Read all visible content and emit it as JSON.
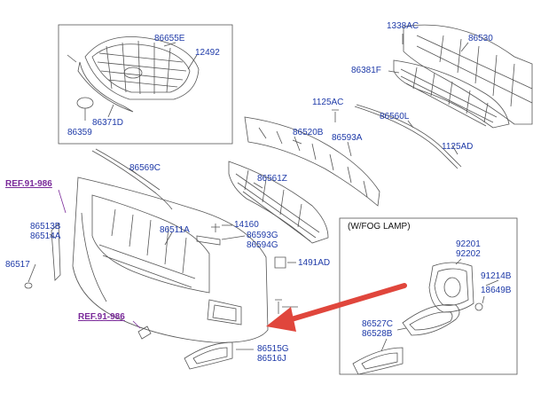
{
  "diagram": {
    "fog_lamp_title": "(W/FOG LAMP)",
    "refs": [
      "REF.91-986",
      "REF.91-986"
    ],
    "labels": [
      {
        "id": "p86655E",
        "text": "86655E"
      },
      {
        "id": "p12492",
        "text": "12492"
      },
      {
        "id": "p86359",
        "text": "86359"
      },
      {
        "id": "p86371D",
        "text": "86371D"
      },
      {
        "id": "p1338AC",
        "text": "1338AC"
      },
      {
        "id": "p86530",
        "text": "86530"
      },
      {
        "id": "p86381F",
        "text": "86381F"
      },
      {
        "id": "p1125AC",
        "text": "1125AC"
      },
      {
        "id": "p86560L",
        "text": "86560L"
      },
      {
        "id": "p86520B",
        "text": "86520B"
      },
      {
        "id": "p86593A",
        "text": "86593A"
      },
      {
        "id": "p1125AD",
        "text": "1125AD"
      },
      {
        "id": "p86569C",
        "text": "86569C"
      },
      {
        "id": "p86561Z",
        "text": "86561Z"
      },
      {
        "id": "p86513B",
        "text": "86513B"
      },
      {
        "id": "p86514A",
        "text": "86514A"
      },
      {
        "id": "p86511A",
        "text": "86511A"
      },
      {
        "id": "p14160",
        "text": "14160"
      },
      {
        "id": "p86593G",
        "text": "86593G"
      },
      {
        "id": "p86594G",
        "text": "86594G"
      },
      {
        "id": "p86517",
        "text": "86517"
      },
      {
        "id": "p1491AD",
        "text": "1491AD"
      },
      {
        "id": "p86515G",
        "text": "86515G"
      },
      {
        "id": "p86516J",
        "text": "86516J"
      },
      {
        "id": "p92201",
        "text": "92201"
      },
      {
        "id": "p92202",
        "text": "92202"
      },
      {
        "id": "p91214B",
        "text": "91214B"
      },
      {
        "id": "p18649B",
        "text": "18649B"
      },
      {
        "id": "p86527C",
        "text": "86527C"
      },
      {
        "id": "p86528B",
        "text": "86528B"
      }
    ]
  },
  "colors": {
    "label_blue": "#1e3aa8",
    "ref_purple": "#7a2a9a",
    "arrow_red": "#e0463c",
    "line_gray": "#555555"
  }
}
